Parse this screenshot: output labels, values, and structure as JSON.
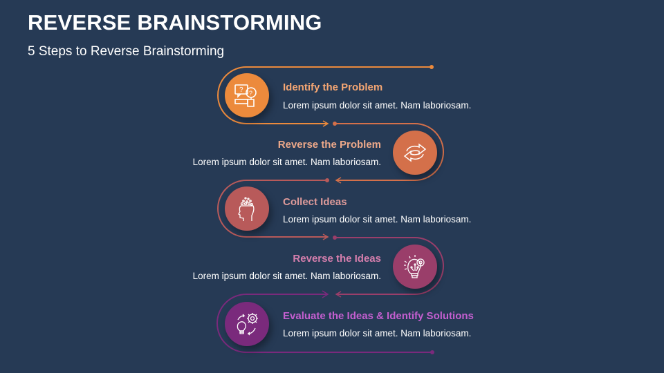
{
  "header": {
    "title": "REVERSE BRAINSTORMING",
    "subtitle": "5 Steps to Reverse Brainstorming"
  },
  "steps": [
    {
      "title": "Identify the Problem",
      "description": "Lorem ipsum dolor sit amet. Nam laboriosam.",
      "icon": "question-magnifier-icon",
      "color": "#ec8a3c",
      "title_color": "#f5a673"
    },
    {
      "title": "Reverse the Problem",
      "description": "Lorem ipsum dolor sit amet. Nam laboriosam.",
      "icon": "reverse-arrows-icon",
      "color": "#d4704a",
      "title_color": "#eea98a"
    },
    {
      "title": "Collect Ideas",
      "description": "Lorem ipsum dolor sit amet. Nam laboriosam.",
      "icon": "head-ideas-icon",
      "color": "#b85a5a",
      "title_color": "#dd9a9a"
    },
    {
      "title": "Reverse the Ideas",
      "description": "Lorem ipsum dolor sit amet. Nam laboriosam.",
      "icon": "bulb-gear-icon",
      "color": "#9a3e6a",
      "title_color": "#d77fae"
    },
    {
      "title": "Evaluate the Ideas & Identify Solutions",
      "description": "Lorem ipsum dolor sit amet. Nam laboriosam.",
      "icon": "bulb-cycle-gear-icon",
      "color": "#7a2a7c",
      "title_color": "#c45fd0"
    }
  ]
}
